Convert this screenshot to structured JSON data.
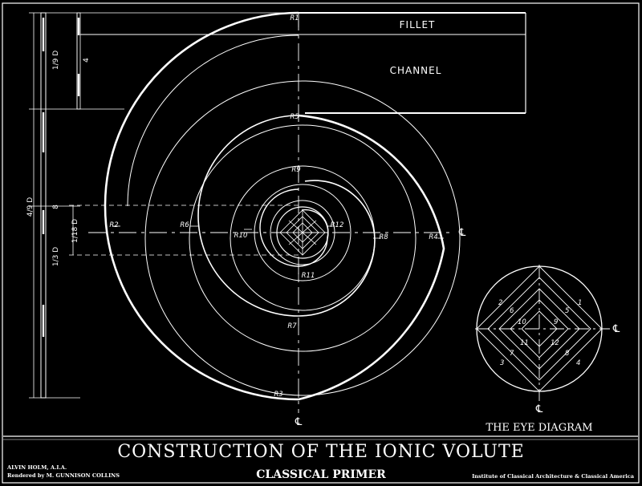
{
  "drawing": {
    "labels": {
      "fillet": "FILLET",
      "channel": "CHANNEL",
      "eye_diagram": "THE EYE DIAGRAM"
    },
    "dimensions": {
      "one_ninth": "1/9 D",
      "four": "4",
      "four_ninths": "4/9 D",
      "eight": "8",
      "one_third": "1/3 D",
      "one_eighteenth": "1/18 D"
    },
    "radii": {
      "r1": "R1",
      "r2": "R2",
      "r3": "R3",
      "r4": "R4",
      "r5": "R5",
      "r6": "R6",
      "r7": "R7",
      "r8": "R8",
      "r9": "R9",
      "r10": "R10",
      "r11": "R11",
      "r12": "R12"
    },
    "centerline": "℄",
    "eye_points": [
      "1",
      "2",
      "3",
      "4",
      "5",
      "6",
      "7",
      "8",
      "9",
      "10",
      "11",
      "12"
    ]
  },
  "footer": {
    "title": "CONSTRUCTION OF THE IONIC VOLUTE",
    "subtitle": "CLASSICAL PRIMER",
    "author": "ALVIN HOLM, A.I.A.",
    "renderer": "Rendered by M. GUNNISON COLLINS",
    "institute": "Institute of Classical Architecture & Classical America"
  }
}
